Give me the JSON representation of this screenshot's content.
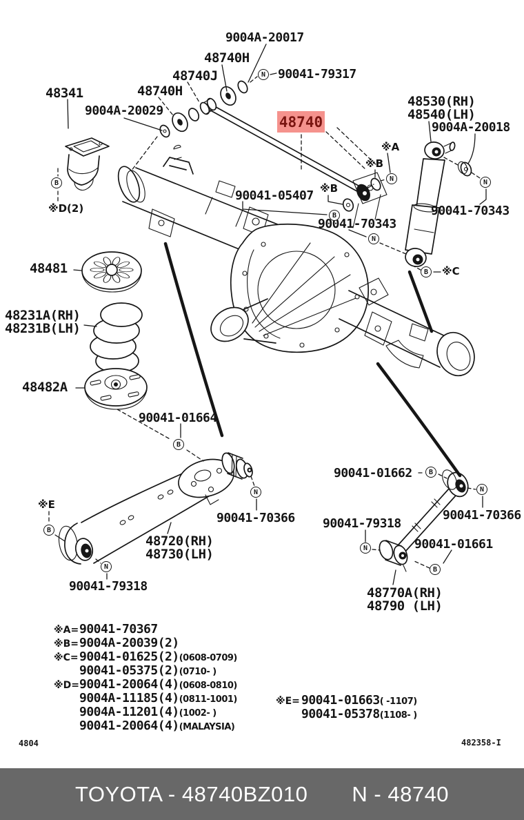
{
  "diagram": {
    "highlight": {
      "part_no": "48740",
      "bg": "#f5928d",
      "fg": "#7a1511"
    },
    "markers": {
      "bolt": "B",
      "nut": "N"
    },
    "symbols": {
      "a": "※A",
      "b": "※B",
      "c": "※C",
      "d2": "※D(2)",
      "e": "※E"
    },
    "labels": {
      "p9004a_20017": "9004A-20017",
      "p48740h": "48740H",
      "p48740j": "48740J",
      "p48341": "48341",
      "p9004a_20029": "9004A-20029",
      "p90041_79317": "90041-79317",
      "p48530": "48530(RH)",
      "p48540": "48540(LH)",
      "p9004a_20018": "9004A-20018",
      "p90041_70343": "90041-70343",
      "p90041_05407": "90041-05407",
      "p48481": "48481",
      "p48231a": "48231A(RH)",
      "p48231b": "48231B(LH)",
      "p48482a": "48482A",
      "p90041_01664": "90041-01664",
      "p90041_70366": "90041-70366",
      "p48720": "48720(RH)",
      "p48730": "48730(LH)",
      "p90041_79318": "90041-79318",
      "p90041_01662": "90041-01662",
      "p90041_01661": "90041-01661",
      "p48770a": "48770A(RH)",
      "p48790": "48790 (LH)"
    }
  },
  "legend": {
    "left_rows": [
      {
        "marker": "※A=",
        "part": "90041-70367",
        "range": ""
      },
      {
        "marker": "※B=",
        "part": "9004A-20039(2)",
        "range": ""
      },
      {
        "marker": "※C=",
        "part": "90041-01625(2)",
        "range": "(0608-0709)"
      },
      {
        "marker": "",
        "part": "90041-05375(2)",
        "range": "(0710-      )"
      },
      {
        "marker": "※D=",
        "part": "90041-20064(4)",
        "range": "(0608-0810)"
      },
      {
        "marker": "",
        "part": "9004A-11185(4)",
        "range": "(0811-1001)"
      },
      {
        "marker": "",
        "part": "9004A-11201(4)",
        "range": "(1002-      )"
      },
      {
        "marker": "",
        "part": "90041-20064(4)",
        "range": "(MALAYSIA)"
      }
    ],
    "right_rows": [
      {
        "marker": "※E=",
        "part": "90041-01663",
        "range": "(    -1107)"
      },
      {
        "marker": "",
        "part": "90041-05378",
        "range": "(1108-      )"
      }
    ]
  },
  "footer": {
    "page_code": "4804",
    "figure_code": "482358-I",
    "bar": {
      "maker_part": "TOYOTA - 48740BZ010",
      "catalog_part": "N - 48740",
      "bg": "#686868"
    }
  }
}
